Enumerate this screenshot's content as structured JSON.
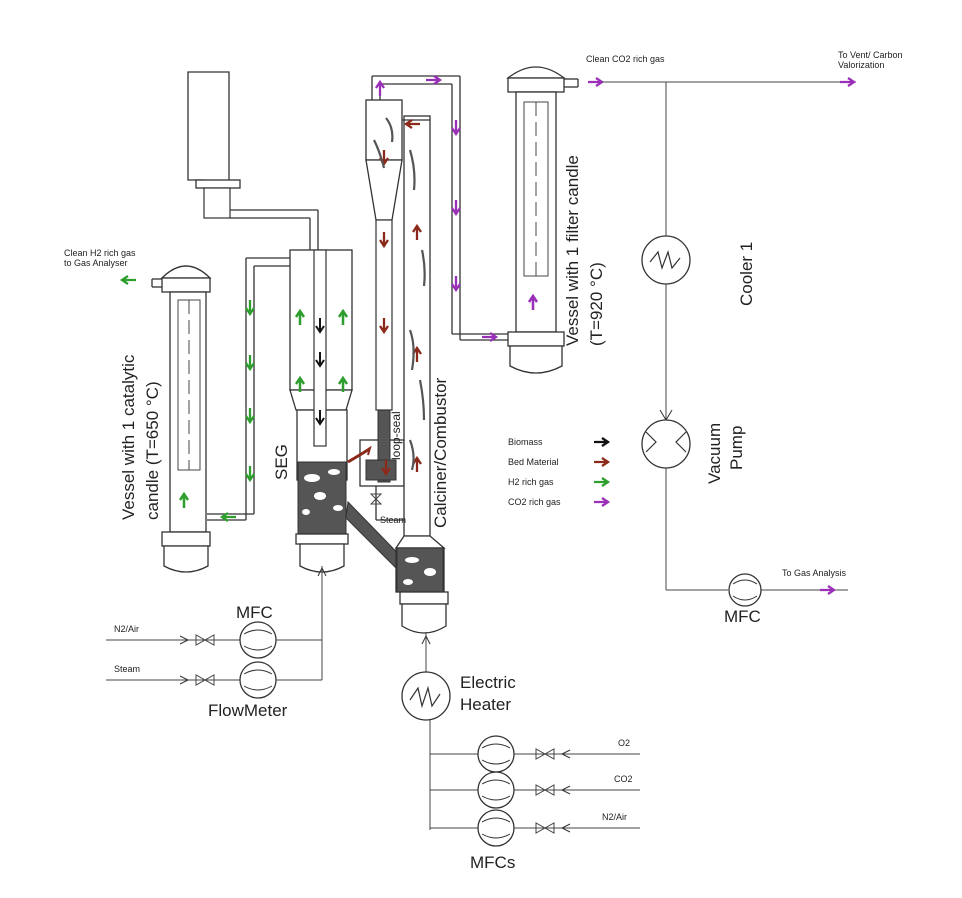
{
  "labels": {
    "top_center": "Clean CO2 rich gas",
    "top_right": "To Vent/ Carbon\nValorization",
    "h2_out": "Clean H2 rich gas\nto Gas Analyser",
    "vessel_left": "Vessel with 1 catalytic\ncandle (T=650 °C)",
    "vessel_right": "Vessel with 1 filter candle\n(T=920 °C)",
    "seg": "SEG",
    "loop_seal": "loop-seal",
    "calciner": "Calciner/Combustor",
    "steam_small": "Steam",
    "cooler": "Cooler 1",
    "vacuum_pump": "Vacuum\nPump",
    "mfc_right": "MFC",
    "to_gas_analysis": "To Gas Analysis",
    "mfc_left": "MFC",
    "flowmeter": "FlowMeter",
    "n2air_left": "N2/Air",
    "steam_left": "Steam",
    "electric_heater": "Electric\nHeater",
    "o2": "O2",
    "co2": "CO2",
    "n2air_right": "N2/Air",
    "mfcs": "MFCs"
  },
  "legend": {
    "items": [
      {
        "label": "Biomass",
        "color": "#111111"
      },
      {
        "label": "Bed Material",
        "color": "#8b2a1a"
      },
      {
        "label": "H2 rich gas",
        "color": "#2e9e2e"
      },
      {
        "label": "CO2 rich gas",
        "color": "#9a2fb8"
      }
    ]
  }
}
